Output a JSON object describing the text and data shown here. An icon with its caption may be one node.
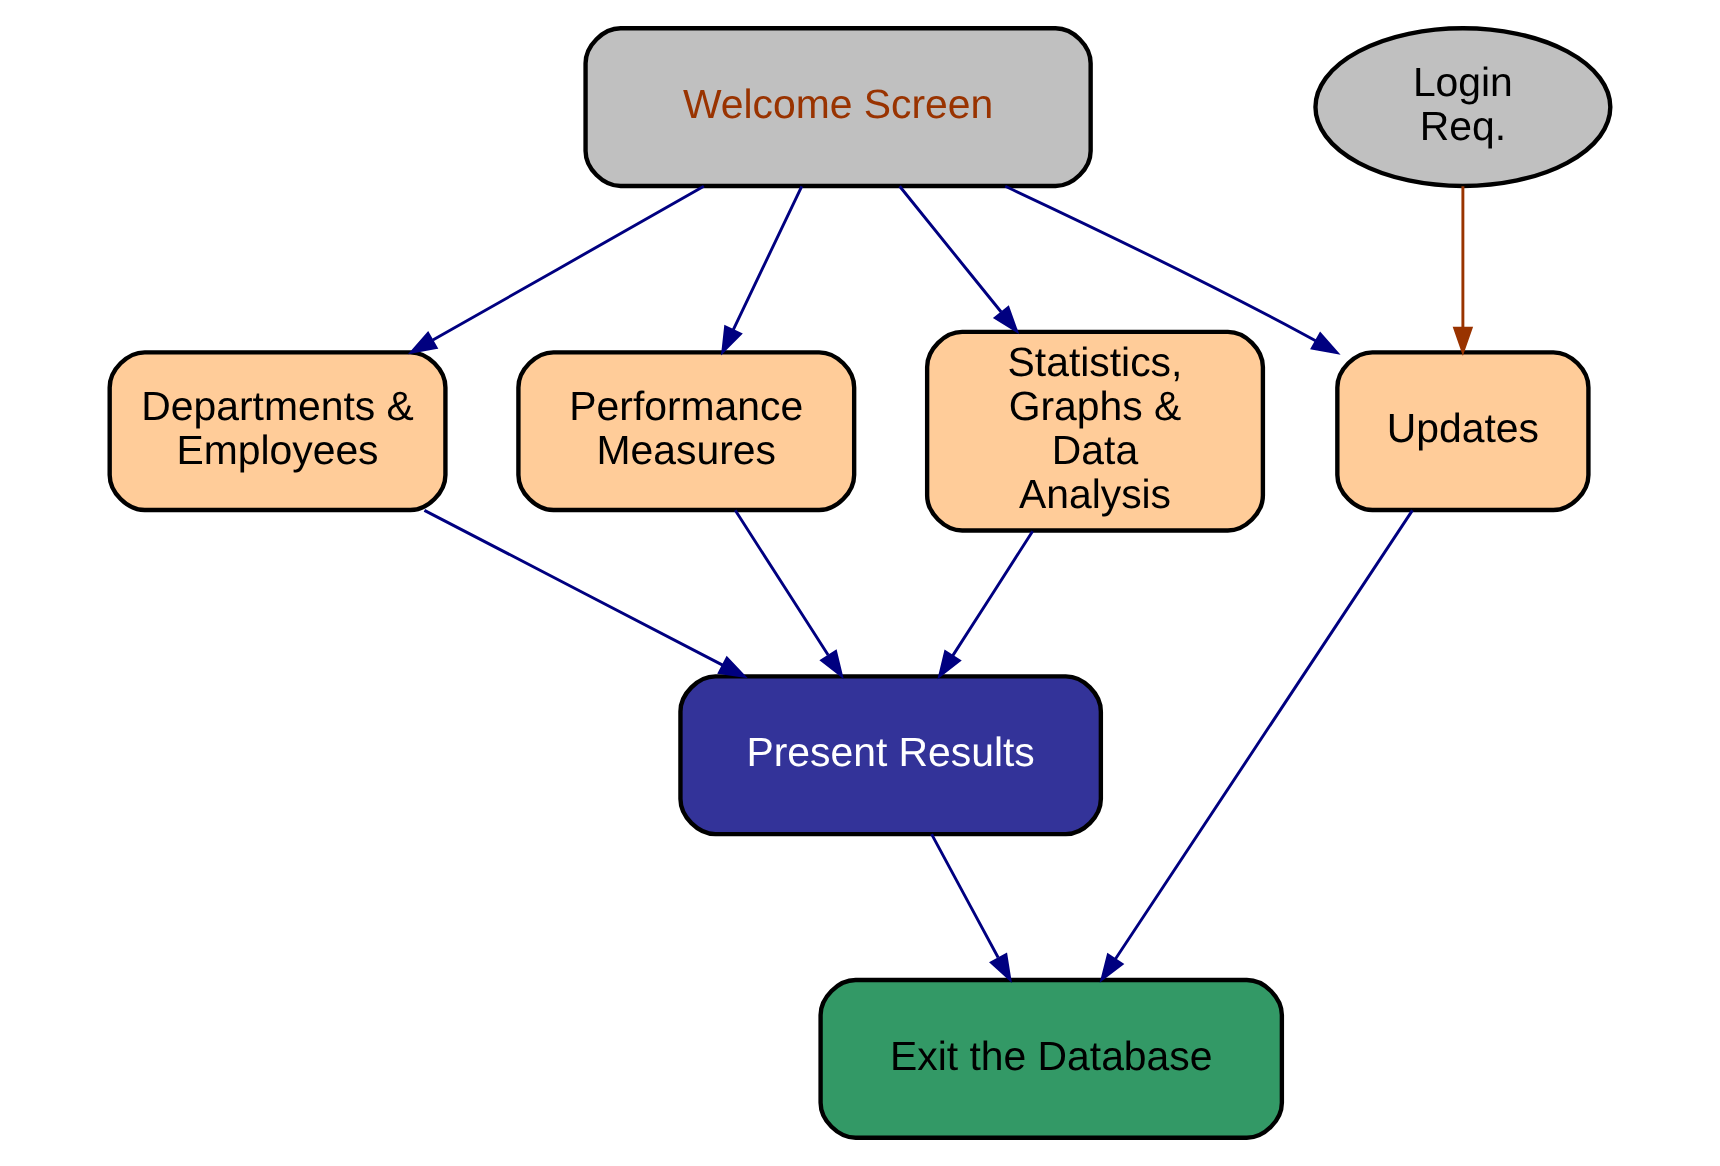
{
  "diagram": {
    "nodes": [
      {
        "text": [
          "Welcome Screen"
        ]
      },
      {
        "text": [
          "Departments & Employees"
        ]
      },
      {
        "text": [
          "Performance Measures"
        ]
      },
      {
        "text": [
          "Statistics, Graphs & Data Analysis"
        ]
      },
      {
        "text": [
          "Updates"
        ]
      },
      {
        "text": [
          "Login Req."
        ]
      },
      {
        "text": [
          "Present Results"
        ]
      },
      {
        "text": [
          "Exit the Database"
        ]
      }
    ],
    "edges": [
      {
        "from": 0,
        "to": 1,
        "arrow": "to"
      },
      {
        "from": 0,
        "to": 2,
        "arrow": "to"
      },
      {
        "from": 0,
        "to": 3,
        "arrow": "to"
      },
      {
        "from": 0,
        "to": 4,
        "arrow": "to"
      },
      {
        "from": 1,
        "to": 6,
        "arrow": "to"
      },
      {
        "from": 2,
        "to": 6,
        "arrow": "to"
      },
      {
        "from": 3,
        "to": 6,
        "arrow": "to"
      },
      {
        "from": 4,
        "to": 7,
        "arrow": "to"
      },
      {
        "from": 5,
        "to": 4,
        "arrow": "to",
        "color": "#993300"
      },
      {
        "from": 6,
        "to": 7,
        "arrow": "to"
      }
    ]
  }
}
